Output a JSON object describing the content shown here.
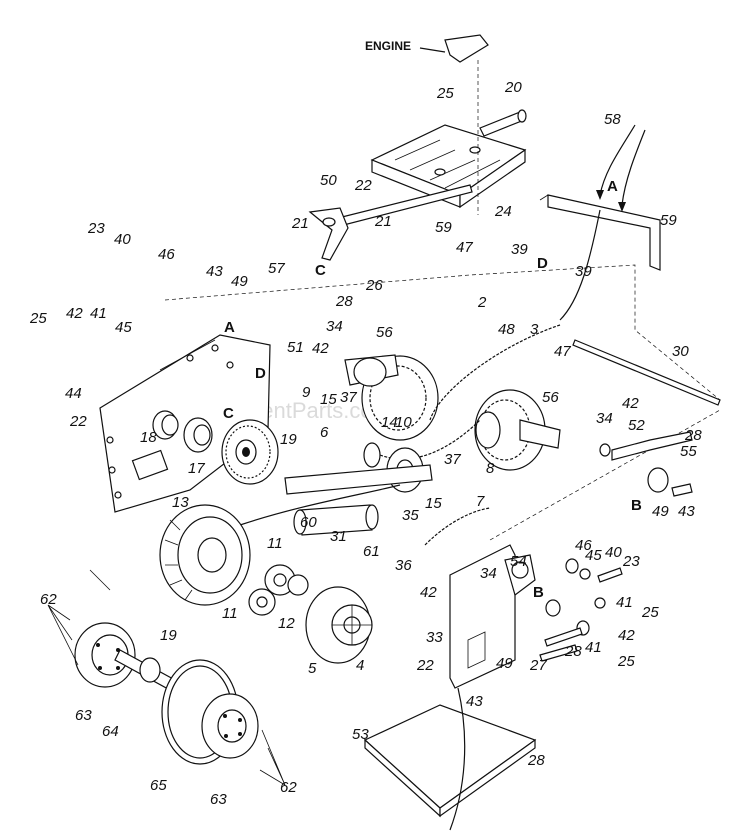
{
  "diagram": {
    "engine_label": "ENGINE",
    "watermark": "eReplacementParts.com",
    "reference_letters": [
      "A",
      "A",
      "B",
      "B",
      "C",
      "C",
      "D",
      "D"
    ],
    "callouts": [
      {
        "id": "c20",
        "text": "20"
      },
      {
        "id": "c25a",
        "text": "25"
      },
      {
        "id": "c58",
        "text": "58"
      },
      {
        "id": "c50",
        "text": "50"
      },
      {
        "id": "c22a",
        "text": "22"
      },
      {
        "id": "c21a",
        "text": "21"
      },
      {
        "id": "c21b",
        "text": "21"
      },
      {
        "id": "c24",
        "text": "24"
      },
      {
        "id": "c59a",
        "text": "59"
      },
      {
        "id": "c59b",
        "text": "59"
      },
      {
        "id": "c23a",
        "text": "23"
      },
      {
        "id": "c40a",
        "text": "40"
      },
      {
        "id": "c46a",
        "text": "46"
      },
      {
        "id": "c43a",
        "text": "43"
      },
      {
        "id": "c49a",
        "text": "49"
      },
      {
        "id": "c57",
        "text": "57"
      },
      {
        "id": "c26",
        "text": "26"
      },
      {
        "id": "c47a",
        "text": "47"
      },
      {
        "id": "c39a",
        "text": "39"
      },
      {
        "id": "c39b",
        "text": "39"
      },
      {
        "id": "c28a",
        "text": "28"
      },
      {
        "id": "c25b",
        "text": "25"
      },
      {
        "id": "c42a",
        "text": "42"
      },
      {
        "id": "c41a",
        "text": "41"
      },
      {
        "id": "c45a",
        "text": "45"
      },
      {
        "id": "c2",
        "text": "2"
      },
      {
        "id": "c48",
        "text": "48"
      },
      {
        "id": "c3",
        "text": "3"
      },
      {
        "id": "c51",
        "text": "51"
      },
      {
        "id": "c34a",
        "text": "34"
      },
      {
        "id": "c42b",
        "text": "42"
      },
      {
        "id": "c56a",
        "text": "56"
      },
      {
        "id": "c47b",
        "text": "47"
      },
      {
        "id": "c30",
        "text": "30"
      },
      {
        "id": "c44",
        "text": "44"
      },
      {
        "id": "c9",
        "text": "9"
      },
      {
        "id": "c15a",
        "text": "15"
      },
      {
        "id": "c37a",
        "text": "37"
      },
      {
        "id": "c14",
        "text": "14"
      },
      {
        "id": "c10",
        "text": "10"
      },
      {
        "id": "c56b",
        "text": "56"
      },
      {
        "id": "c34b",
        "text": "34"
      },
      {
        "id": "c42c",
        "text": "42"
      },
      {
        "id": "c52",
        "text": "52"
      },
      {
        "id": "c28b",
        "text": "28"
      },
      {
        "id": "c55",
        "text": "55"
      },
      {
        "id": "c22b",
        "text": "22"
      },
      {
        "id": "c18",
        "text": "18"
      },
      {
        "id": "c19a",
        "text": "19"
      },
      {
        "id": "c6",
        "text": "6"
      },
      {
        "id": "c37b",
        "text": "37"
      },
      {
        "id": "c8",
        "text": "8"
      },
      {
        "id": "c17",
        "text": "17"
      },
      {
        "id": "c49b",
        "text": "49"
      },
      {
        "id": "c43b",
        "text": "43"
      },
      {
        "id": "c13",
        "text": "13"
      },
      {
        "id": "c60",
        "text": "60"
      },
      {
        "id": "c31",
        "text": "31"
      },
      {
        "id": "c35",
        "text": "35"
      },
      {
        "id": "c15b",
        "text": "15"
      },
      {
        "id": "c7",
        "text": "7"
      },
      {
        "id": "c61",
        "text": "61"
      },
      {
        "id": "c36",
        "text": "36"
      },
      {
        "id": "c46b",
        "text": "46"
      },
      {
        "id": "c40b",
        "text": "40"
      },
      {
        "id": "c23b",
        "text": "23"
      },
      {
        "id": "c45b",
        "text": "45"
      },
      {
        "id": "c54",
        "text": "54"
      },
      {
        "id": "c41b",
        "text": "41"
      },
      {
        "id": "c25c",
        "text": "25"
      },
      {
        "id": "c11a",
        "text": "11"
      },
      {
        "id": "c34c",
        "text": "34"
      },
      {
        "id": "c42d",
        "text": "42"
      },
      {
        "id": "c62a",
        "text": "62"
      },
      {
        "id": "c11b",
        "text": "11"
      },
      {
        "id": "c12",
        "text": "12"
      },
      {
        "id": "c33",
        "text": "33"
      },
      {
        "id": "c28c",
        "text": "28"
      },
      {
        "id": "c42e",
        "text": "42"
      },
      {
        "id": "c41c",
        "text": "41"
      },
      {
        "id": "c25d",
        "text": "25"
      },
      {
        "id": "c19b",
        "text": "19"
      },
      {
        "id": "c5",
        "text": "5"
      },
      {
        "id": "c4",
        "text": "4"
      },
      {
        "id": "c22c",
        "text": "22"
      },
      {
        "id": "c49c",
        "text": "49"
      },
      {
        "id": "c27",
        "text": "27"
      },
      {
        "id": "c43c",
        "text": "43"
      },
      {
        "id": "c63a",
        "text": "63"
      },
      {
        "id": "c64",
        "text": "64"
      },
      {
        "id": "c53",
        "text": "53"
      },
      {
        "id": "c65",
        "text": "65"
      },
      {
        "id": "c63b",
        "text": "63"
      },
      {
        "id": "c28d",
        "text": "28"
      },
      {
        "id": "c62b",
        "text": "62"
      }
    ]
  }
}
